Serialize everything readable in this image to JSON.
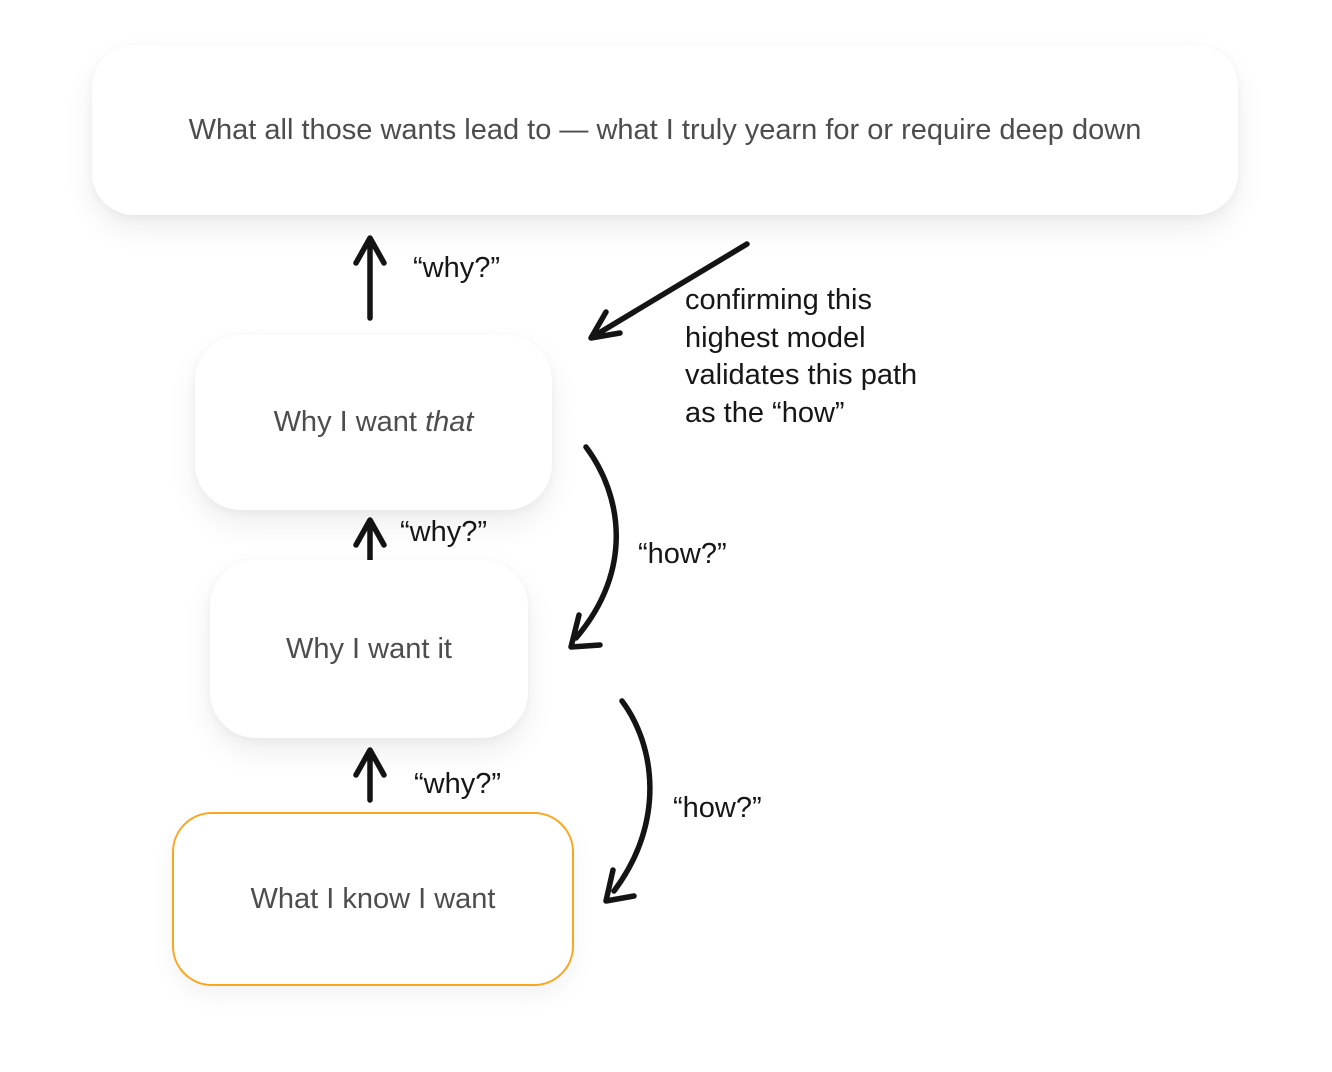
{
  "colors": {
    "page_background": "#ffffff",
    "box_background": "#ffffff",
    "box_text": "#4d4d4d",
    "annotation_text": "#161616",
    "arrow_stroke": "#141414",
    "highlight_border": "#FAA720"
  },
  "boxes": {
    "ultimate": {
      "label": "What all those wants lead to — what I truly yearn for or require deep down"
    },
    "why_that": {
      "prefix": "Why I want ",
      "emphasis": "that"
    },
    "why_it": {
      "label": "Why I want it"
    },
    "known_want": {
      "label": "What I know I want"
    }
  },
  "labels": {
    "why_top": "“why?”",
    "why_mid": "“why?”",
    "why_bottom": "“why?”",
    "how_top": "“how?”",
    "how_bottom": "“how?”",
    "annotation": "confirming this\nhighest model\nvalidates this path\nas the “how”"
  },
  "icons": {
    "why_arrows": "up-arrow-icon",
    "how_arrows": "curved-down-arrow-icon",
    "validation_arrow": "diagonal-arrow-icon"
  }
}
